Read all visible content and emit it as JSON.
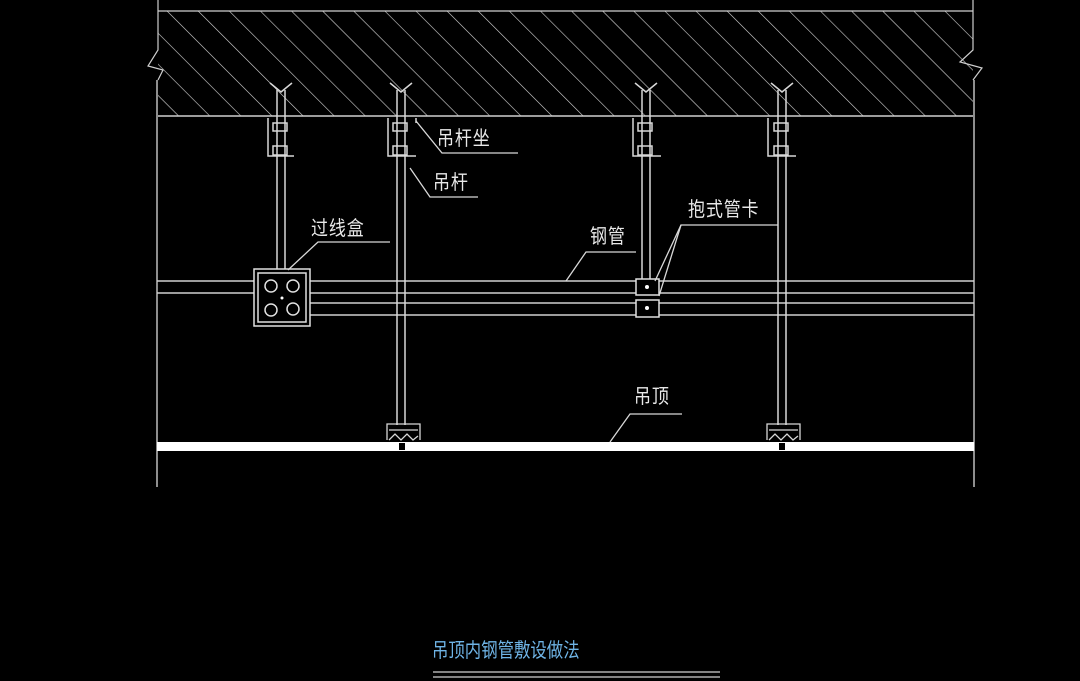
{
  "drawing": {
    "title": "吊顶内钢管敷设做法",
    "background": "#000000",
    "line_color": "#e0e0e0",
    "title_color": "#6fb4e6",
    "labels": {
      "hanger_seat": "吊杆坐",
      "hanger_rod": "吊杆",
      "junction_box": "过线盒",
      "steel_pipe": "钢管",
      "pipe_clamp": "抱式管卡",
      "ceiling": "吊顶"
    },
    "elements": {
      "slab": "hatched-concrete-slab",
      "rods": 4,
      "pipes": 2,
      "junction_box_holes": 4
    }
  }
}
